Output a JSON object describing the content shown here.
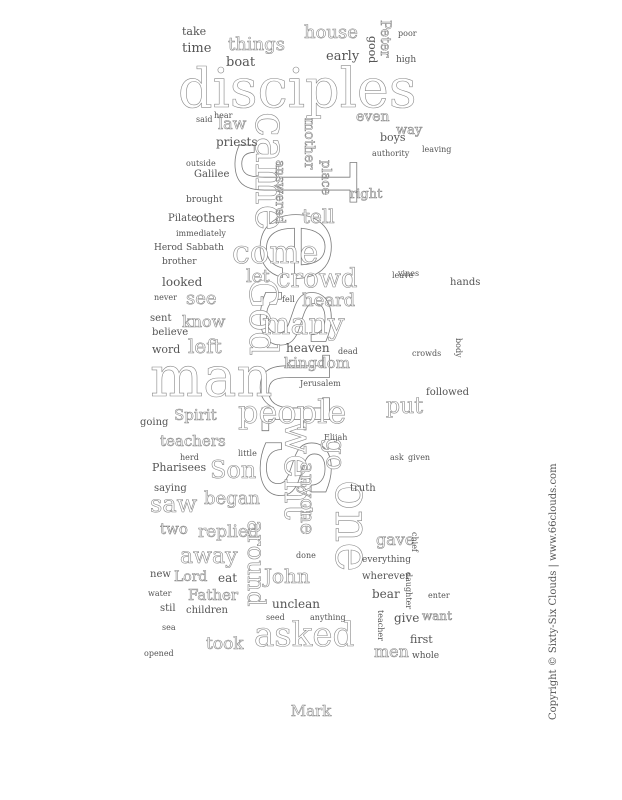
{
  "caption": "Mark",
  "copyright": "Copyright © Sixty-Six Clouds | www.66clouds.com",
  "colors": {
    "fill": "#ffffff",
    "stroke": "#8a8a8a",
    "small_text": "#555555"
  },
  "words": [
    {
      "t": "Jesus",
      "s": 130
    },
    {
      "t": "disciples",
      "s": 58
    },
    {
      "t": "man",
      "s": 56
    },
    {
      "t": "one",
      "s": 52
    },
    {
      "t": "came",
      "s": 46
    },
    {
      "t": "went",
      "s": 42
    },
    {
      "t": "God",
      "s": 40
    },
    {
      "t": "people",
      "s": 34
    },
    {
      "t": "come",
      "s": 34
    },
    {
      "t": "asked",
      "s": 34
    },
    {
      "t": "many",
      "s": 30
    },
    {
      "t": "crowd",
      "s": 28
    },
    {
      "t": "Son",
      "s": 26
    },
    {
      "t": "around",
      "s": 26
    },
    {
      "t": "saw",
      "s": 24
    },
    {
      "t": "away",
      "s": 22
    },
    {
      "t": "go",
      "s": 26
    },
    {
      "t": "put",
      "s": 22
    },
    {
      "t": "anyone",
      "s": 22
    },
    {
      "t": "John",
      "s": 22
    },
    {
      "t": "house",
      "s": 18
    },
    {
      "t": "things",
      "s": 18
    },
    {
      "t": "let",
      "s": 18
    },
    {
      "t": "left",
      "s": 20
    },
    {
      "t": "see",
      "s": 18
    },
    {
      "t": "tell",
      "s": 20
    },
    {
      "t": "know",
      "s": 16
    },
    {
      "t": "heard",
      "s": 18
    },
    {
      "t": "kingdom",
      "s": 16
    },
    {
      "t": "began",
      "s": 18
    },
    {
      "t": "teachers",
      "s": 16
    },
    {
      "t": "replied",
      "s": 18
    },
    {
      "t": "Spirit",
      "s": 16
    },
    {
      "t": "took",
      "s": 18
    },
    {
      "t": "Father",
      "s": 16
    },
    {
      "t": "two",
      "s": 16
    },
    {
      "t": "men",
      "s": 16
    },
    {
      "t": "gave",
      "s": 16
    },
    {
      "t": "law",
      "s": 16
    },
    {
      "t": "priests",
      "s": 12
    },
    {
      "t": "even",
      "s": 14
    },
    {
      "t": "boat",
      "s": 13
    },
    {
      "t": "time",
      "s": 13
    },
    {
      "t": "take",
      "s": 11
    },
    {
      "t": "Peter",
      "s": 14
    },
    {
      "t": "early",
      "s": 13
    },
    {
      "t": "good",
      "s": 11
    },
    {
      "t": "mother",
      "s": 14
    },
    {
      "t": "answered",
      "s": 13
    },
    {
      "t": "place",
      "s": 13
    },
    {
      "t": "right",
      "s": 13
    },
    {
      "t": "way",
      "s": 13
    },
    {
      "t": "boys",
      "s": 11
    },
    {
      "t": "brought",
      "s": 9
    },
    {
      "t": "others",
      "s": 12
    },
    {
      "t": "Pilate",
      "s": 10
    },
    {
      "t": "Lord",
      "s": 14
    },
    {
      "t": "eat",
      "s": 12
    },
    {
      "t": "unclean",
      "s": 12
    },
    {
      "t": "bear",
      "s": 12
    },
    {
      "t": "give",
      "s": 12
    },
    {
      "t": "want",
      "s": 12
    },
    {
      "t": "first",
      "s": 11
    },
    {
      "t": "looked",
      "s": 12
    },
    {
      "t": "heaven",
      "s": 12
    },
    {
      "t": "Pharisees",
      "s": 11
    },
    {
      "t": "Galilee",
      "s": 10
    },
    {
      "t": "whole",
      "s": 9
    },
    {
      "t": "hands",
      "s": 10
    },
    {
      "t": "followed",
      "s": 10
    },
    {
      "t": "truth",
      "s": 10
    },
    {
      "t": "wherever",
      "s": 10
    },
    {
      "t": "everything",
      "s": 9
    },
    {
      "t": "children",
      "s": 10
    },
    {
      "t": "new",
      "s": 10
    },
    {
      "t": "word",
      "s": 11
    },
    {
      "t": "believe",
      "s": 10
    },
    {
      "t": "sent",
      "s": 10
    },
    {
      "t": "saying",
      "s": 10
    },
    {
      "t": "going",
      "s": 10
    },
    {
      "t": "Sabbath",
      "s": 9
    },
    {
      "t": "brother",
      "s": 9
    },
    {
      "t": "Herod",
      "s": 9
    },
    {
      "t": "immediately",
      "s": 8
    },
    {
      "t": "Jerusalem",
      "s": 8
    },
    {
      "t": "dead",
      "s": 8
    },
    {
      "t": "fell",
      "s": 8
    },
    {
      "t": "crowds",
      "s": 8
    },
    {
      "t": "body",
      "s": 8
    },
    {
      "t": "leave",
      "s": 8
    },
    {
      "t": "high",
      "s": 9
    },
    {
      "t": "authority",
      "s": 8
    },
    {
      "t": "Elijah",
      "s": 8
    },
    {
      "t": "little",
      "s": 8
    },
    {
      "t": "stil",
      "s": 10
    },
    {
      "t": "enter",
      "s": 8
    },
    {
      "t": "teacher",
      "s": 8
    },
    {
      "t": "seed",
      "s": 8
    },
    {
      "t": "anything",
      "s": 8
    },
    {
      "t": "opened",
      "s": 8
    },
    {
      "t": "given",
      "s": 8
    },
    {
      "t": "ask",
      "s": 8
    },
    {
      "t": "chief",
      "s": 8
    },
    {
      "t": "outside",
      "s": 8
    },
    {
      "t": "vines",
      "s": 8
    },
    {
      "t": "herd",
      "s": 8
    },
    {
      "t": "water",
      "s": 8
    },
    {
      "t": "daughter",
      "s": 8
    },
    {
      "t": "never",
      "s": 8
    },
    {
      "t": "hear",
      "s": 8
    },
    {
      "t": "said",
      "s": 8
    },
    {
      "t": "poor",
      "s": 8
    },
    {
      "t": "leaving",
      "s": 8
    },
    {
      "t": "sea",
      "s": 8
    },
    {
      "t": "done",
      "s": 8
    }
  ]
}
